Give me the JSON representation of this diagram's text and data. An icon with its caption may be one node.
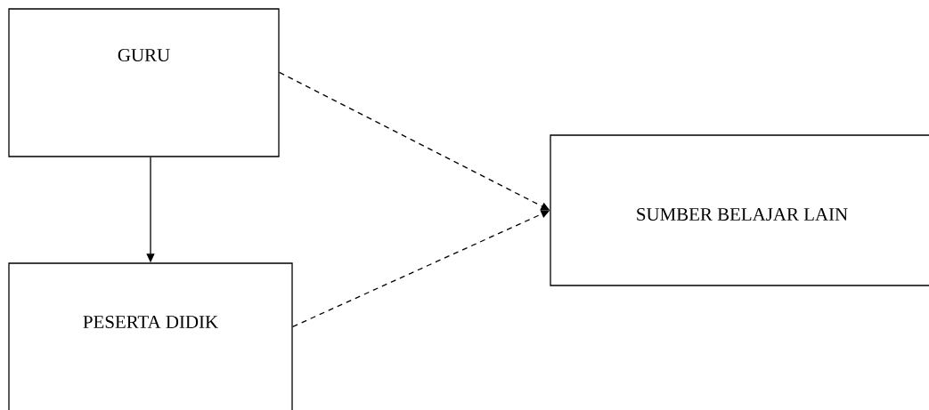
{
  "diagram": {
    "nodes": [
      {
        "text": [
          "GURU"
        ]
      },
      {
        "text": [
          "PESERTA DIDIK"
        ]
      },
      {
        "text": [
          "SUMBER BELAJAR LAIN"
        ]
      }
    ],
    "edges": [
      {
        "from": 0,
        "to": 1,
        "arrow": "to"
      },
      {
        "from": 0,
        "to": 2,
        "arrow": "to",
        "style": "dashed"
      },
      {
        "from": 1,
        "to": 2,
        "arrow": "to",
        "style": "dashed"
      }
    ]
  }
}
